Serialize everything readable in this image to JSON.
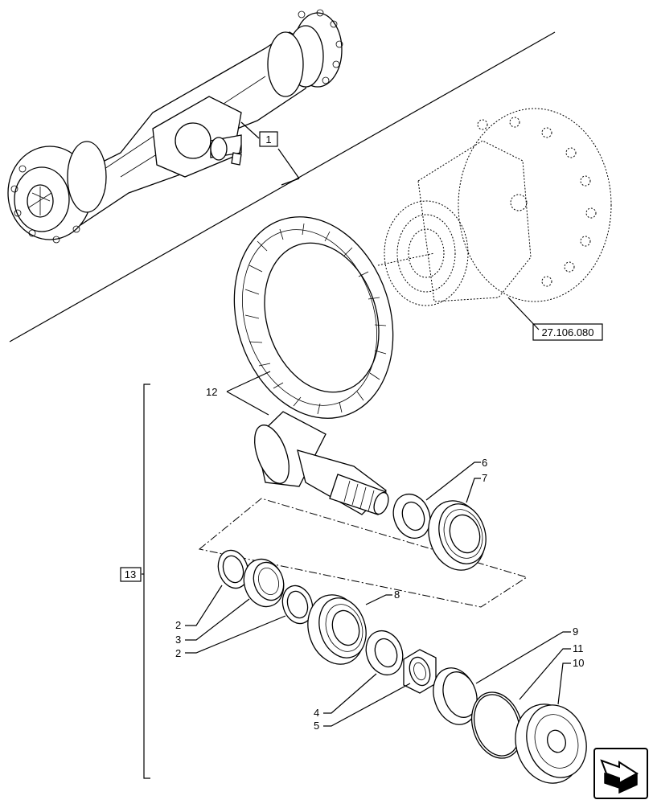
{
  "callouts": {
    "assembly_ref": "1",
    "group_ref": "13",
    "diff_ref": "27.106.080",
    "p2a": "2",
    "p3": "3",
    "p2b": "2",
    "p4": "4",
    "p5": "5",
    "p6": "6",
    "p7": "7",
    "p8": "8",
    "p9": "9",
    "p10": "10",
    "p11": "11",
    "p12": "12"
  },
  "nav_icon": "next-page-arrow-icon"
}
